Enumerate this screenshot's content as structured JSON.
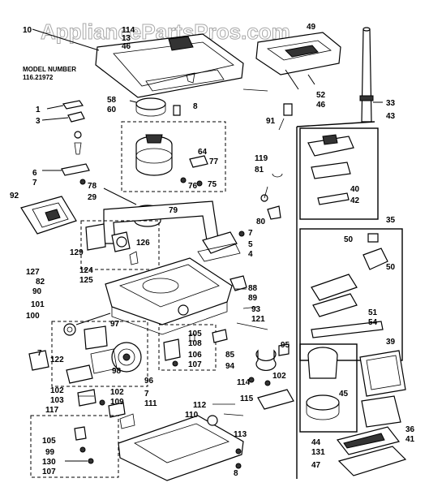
{
  "watermark": "AppliancePartsPros.com",
  "model": {
    "label": "MODEL NUMBER",
    "number": "116.21972"
  },
  "callouts": [
    "10",
    "114",
    "13",
    "46",
    "49",
    "1",
    "3",
    "58",
    "60",
    "8",
    "52",
    "46",
    "91",
    "33",
    "43",
    "64",
    "77",
    "76",
    "75",
    "6",
    "7",
    "119",
    "81",
    "40",
    "42",
    "92",
    "78",
    "29",
    "79",
    "80",
    "35",
    "7",
    "5",
    "4",
    "50",
    "50",
    "129",
    "126",
    "127",
    "82",
    "124",
    "125",
    "90",
    "88",
    "89",
    "51",
    "54",
    "101",
    "100",
    "97",
    "105",
    "108",
    "106",
    "107",
    "93",
    "121",
    "95",
    "39",
    "7",
    "122",
    "98",
    "85",
    "94",
    "96",
    "114",
    "102",
    "115",
    "45",
    "102",
    "103",
    "117",
    "102",
    "109",
    "112",
    "110",
    "7",
    "111",
    "36",
    "41",
    "105",
    "99",
    "130",
    "107",
    "113",
    "8",
    "44",
    "131",
    "47"
  ]
}
